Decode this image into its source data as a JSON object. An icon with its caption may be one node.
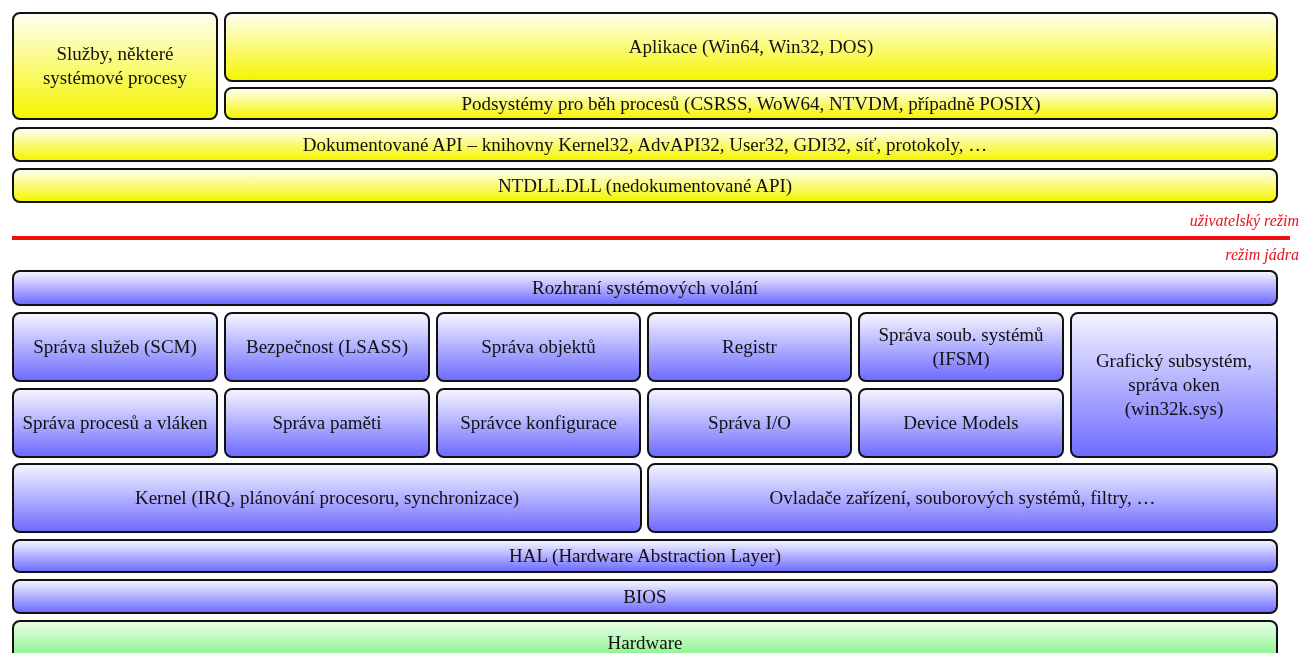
{
  "diagram": {
    "nodes": [
      {
        "text": [
          "Služby, některé systémové procesy"
        ]
      },
      {
        "text": [
          "Aplikace (Win64, Win32, DOS)"
        ]
      },
      {
        "text": [
          "Podsystémy pro běh procesů (CSRSS, WoW64, NTVDM, případně POSIX)"
        ]
      },
      {
        "text": [
          "Dokumentované API – knihovny Kernel32, AdvAPI32, User32, GDI32, síť, protokoly, …"
        ]
      },
      {
        "text": [
          "NTDLL.DLL (nedokumentované API)"
        ]
      },
      {
        "text": [
          "Rozhraní systémových volání"
        ]
      },
      {
        "text": [
          "Správa služeb (SCM)"
        ]
      },
      {
        "text": [
          "Bezpečnost (LSASS)"
        ]
      },
      {
        "text": [
          "Správa objektů"
        ]
      },
      {
        "text": [
          "Registr"
        ]
      },
      {
        "text": [
          "Správa soub. systémů (IFSM)"
        ]
      },
      {
        "text": [
          "Grafický subsystém, správa oken (win32k.sys)"
        ]
      },
      {
        "text": [
          "Správa procesů a vláken"
        ]
      },
      {
        "text": [
          "Správa paměti"
        ]
      },
      {
        "text": [
          "Správce konfigurace"
        ]
      },
      {
        "text": [
          "Správa I/O"
        ]
      },
      {
        "text": [
          "Device Models"
        ]
      },
      {
        "text": [
          "Kernel (IRQ, plánování procesoru, synchronizace)"
        ]
      },
      {
        "text": [
          "Ovladače zařízení, souborových systémů, filtry, …"
        ]
      },
      {
        "text": [
          "HAL (Hardware Abstraction Layer)"
        ]
      },
      {
        "text": [
          "BIOS"
        ]
      },
      {
        "text": [
          "Hardware"
        ]
      }
    ],
    "edges": [],
    "labels": [
      "uživatelský režim",
      "režim jádra"
    ]
  }
}
